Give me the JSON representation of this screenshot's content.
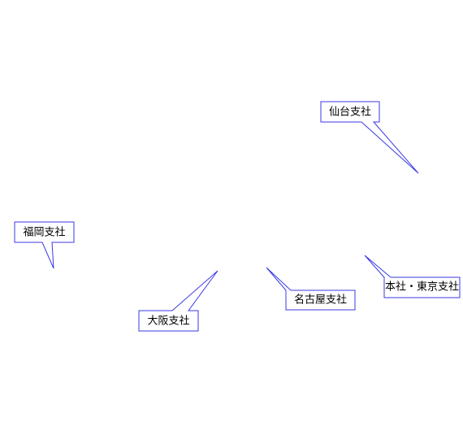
{
  "colors": {
    "background": "#ffffff",
    "callout_border": "#3a3ae6",
    "label_text": "#000000"
  },
  "offices": [
    {
      "id": "sendai",
      "label": "仙台支社"
    },
    {
      "id": "fukuoka",
      "label": "福岡支社"
    },
    {
      "id": "osaka",
      "label": "大阪支社"
    },
    {
      "id": "nagoya",
      "label": "名古屋支社"
    },
    {
      "id": "tokyo",
      "label": "本社・東京支社"
    }
  ]
}
